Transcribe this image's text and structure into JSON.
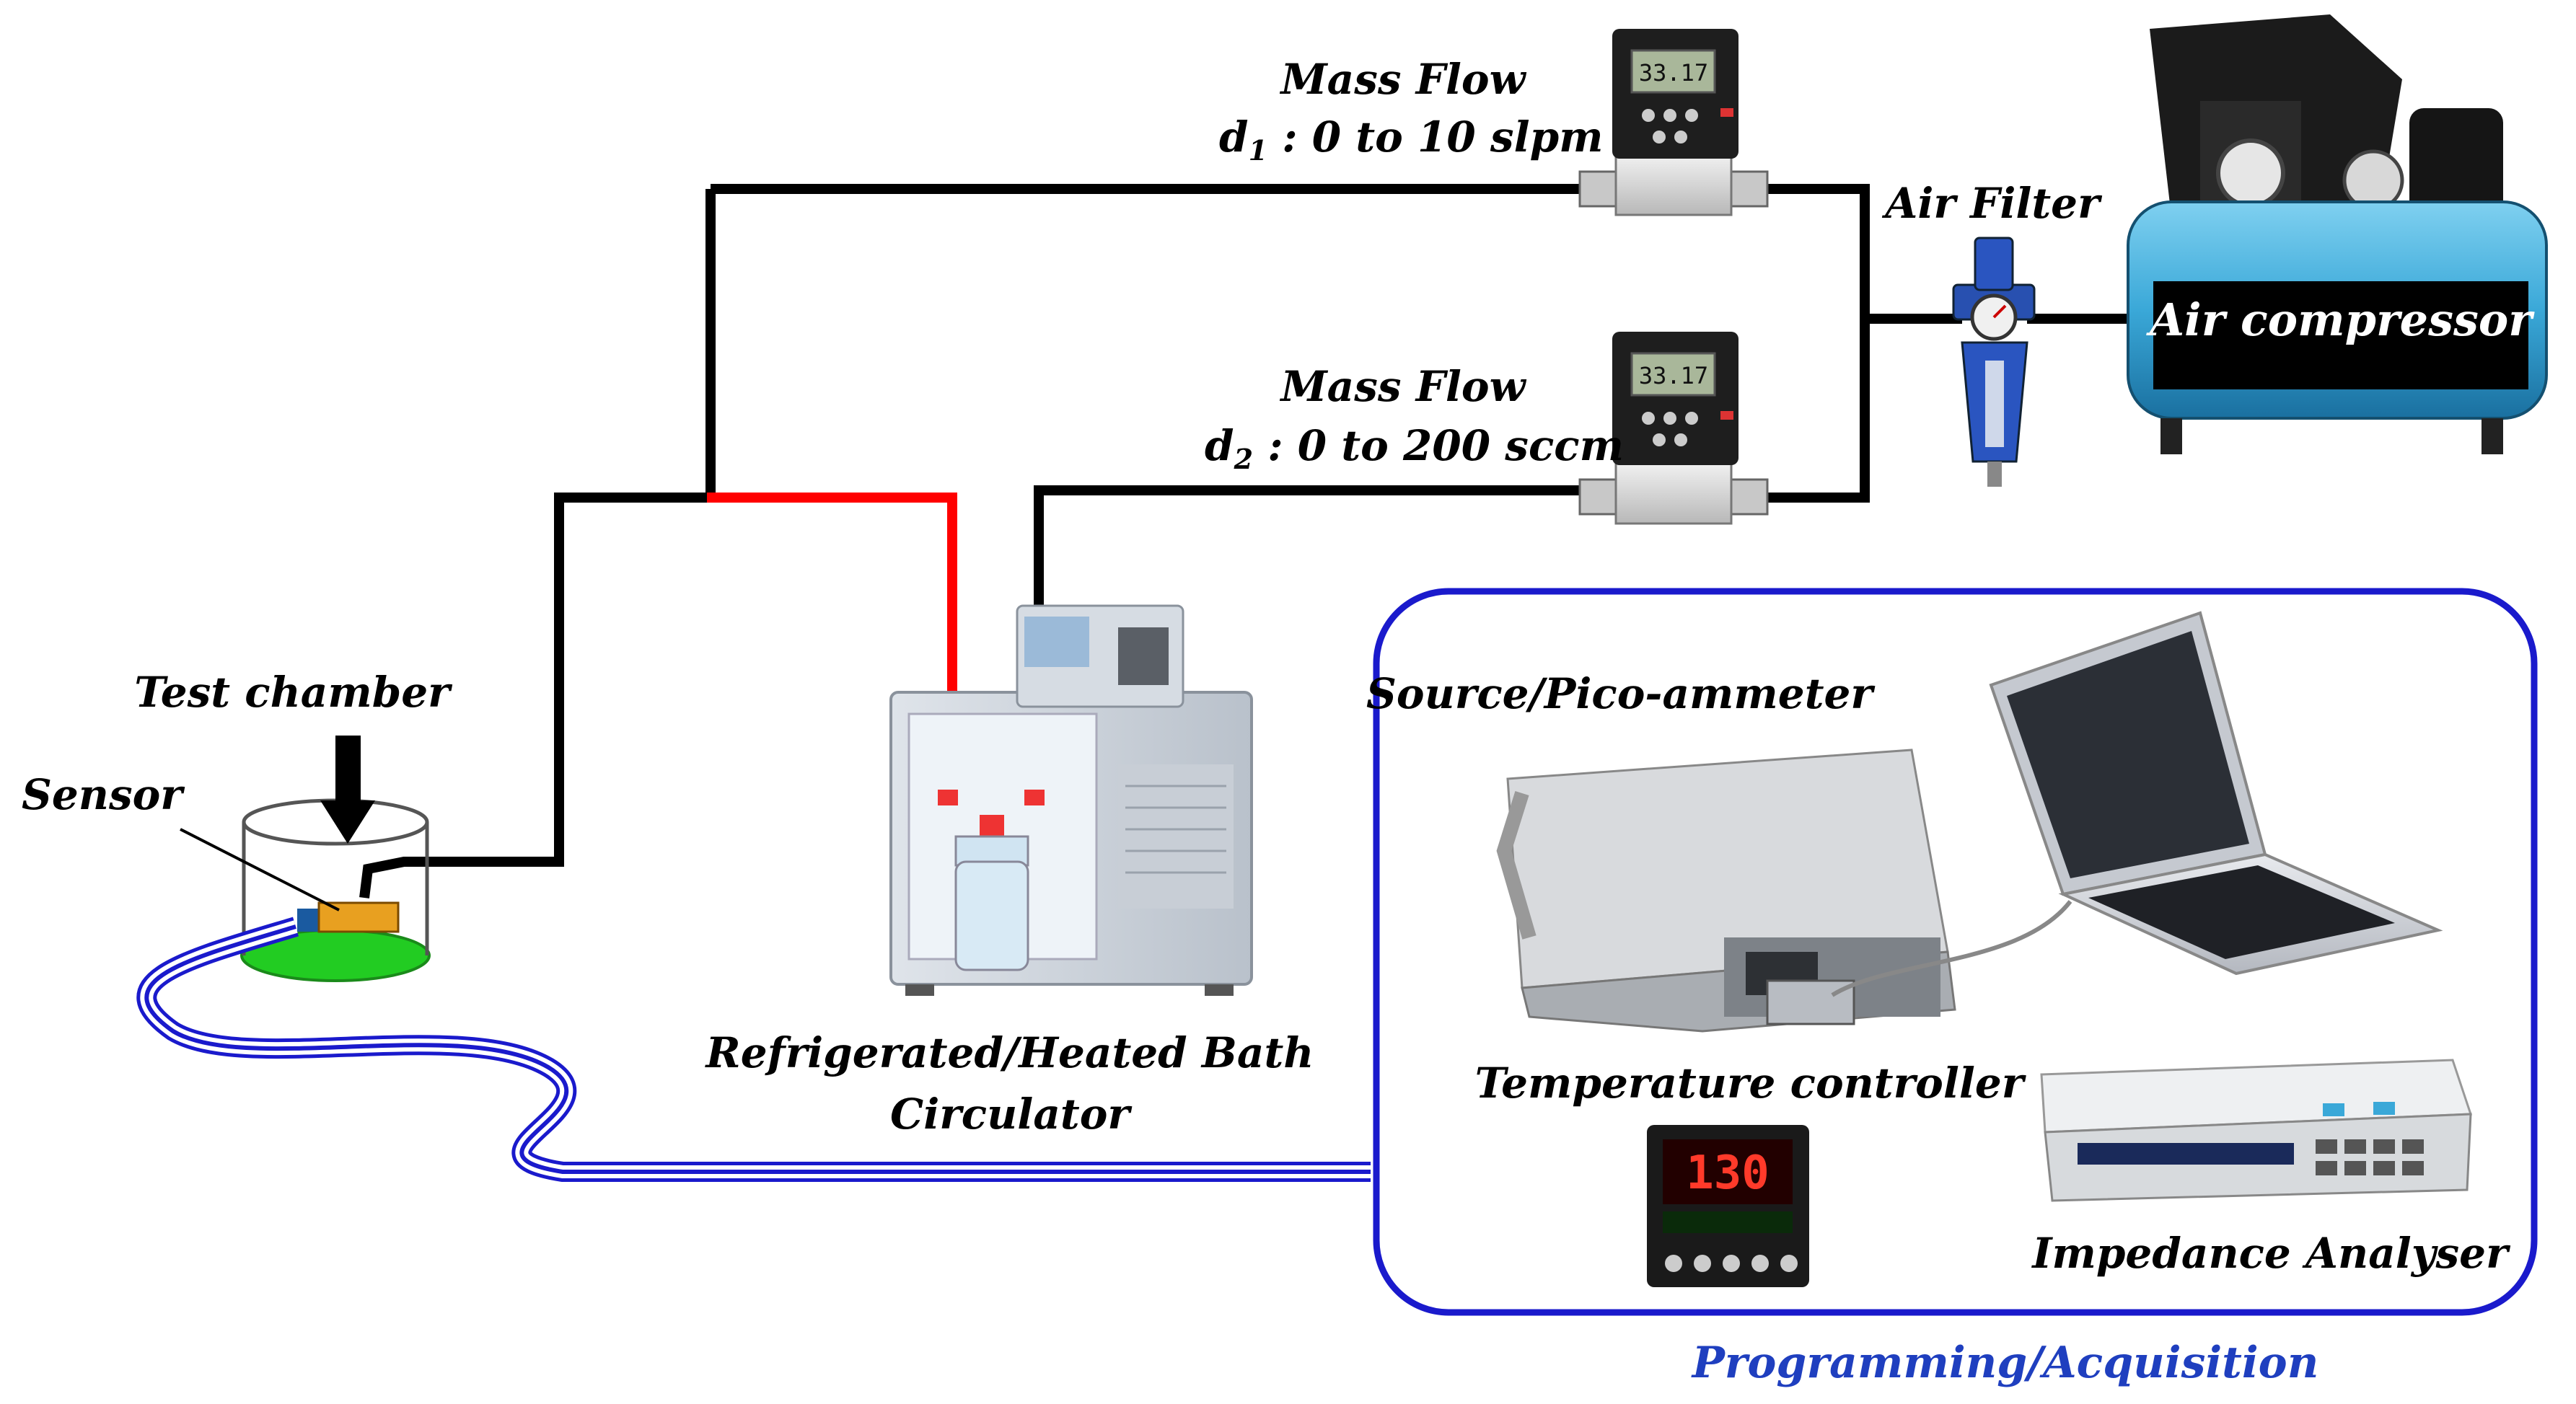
{
  "labels": {
    "mass_flow_1_title": "Mass Flow",
    "mass_flow_1_range_var": "d",
    "mass_flow_1_range_sub": "1",
    "mass_flow_1_range": " : 0 to 10  slpm",
    "mass_flow_2_title": "Mass Flow",
    "mass_flow_2_range_var": "d",
    "mass_flow_2_range_sub": "2",
    "mass_flow_2_range": " : 0 to 200  sccm",
    "air_filter": "Air Filter",
    "air_compressor": "Air compressor",
    "test_chamber": "Test chamber",
    "sensor": "Sensor",
    "bath_line1": "Refrigerated/Heated Bath",
    "bath_line2": "Circulator",
    "source_meter": "Source/Pico-ammeter",
    "temp_controller": "Temperature controller",
    "impedance_analyser": "Impedance Analyser",
    "programming": "Programming/Acquisition"
  },
  "device_readouts": {
    "flow_meter_display": "33.17",
    "temp_controller_display": "130"
  },
  "colors": {
    "pipe": "#000000",
    "hot_pipe": "#ff0000",
    "cable": "#1a1acc",
    "frame": "#1a1acc",
    "programming_text": "#1f3fbf",
    "compressor_tank": "#3aa8d8",
    "sensor_base": "#22cc22",
    "sensor_chip": "#e8a020"
  }
}
